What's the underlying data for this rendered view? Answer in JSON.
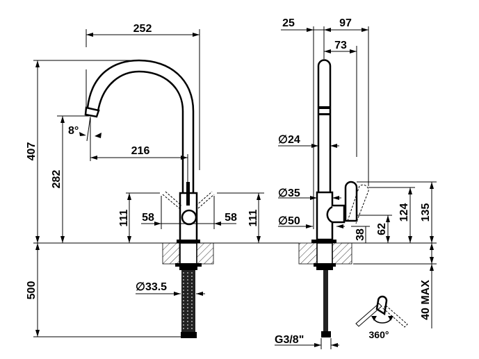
{
  "front_view": {
    "overall_reach": "252",
    "overall_height": "407",
    "spout_reach": "216",
    "spout_angle": "8°",
    "spout_height": "282",
    "lever_height_left": "111",
    "lever_height_right": "111",
    "lever_swing_left": "58",
    "lever_swing_right": "58",
    "hose_length": "500",
    "shank_diameter": "∅33.5"
  },
  "side_view": {
    "offset_back": "25",
    "depth": "97",
    "spout_offset": "73",
    "spout_diameter": "∅24",
    "body_diameter": "∅35",
    "base_diameter": "∅50",
    "dim_38": "38",
    "dim_62": "62",
    "dim_124": "124",
    "dim_135": "135",
    "max_counter_thickness": "40 MAX",
    "connection": "G3/8\"",
    "rotation": "360°"
  }
}
